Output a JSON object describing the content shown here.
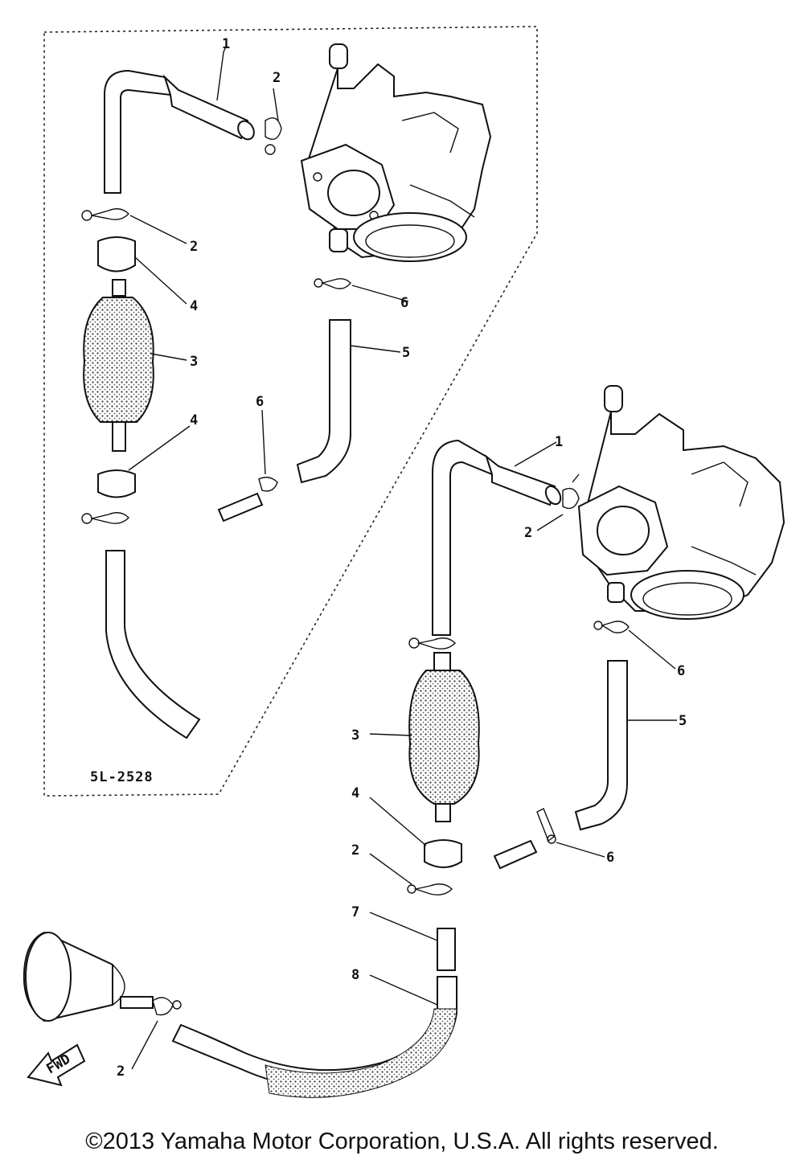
{
  "diagram": {
    "callouts": [
      "1",
      "2",
      "2",
      "4",
      "3",
      "4",
      "5",
      "6",
      "6",
      "1",
      "2",
      "6",
      "5",
      "3",
      "4",
      "2",
      "6",
      "7",
      "8",
      "2"
    ],
    "inset_code": "5L-2528",
    "fwd_label": "FWD"
  },
  "footer": {
    "copyright": "©2013 Yamaha Motor Corporation, U.S.A. All rights reserved."
  }
}
